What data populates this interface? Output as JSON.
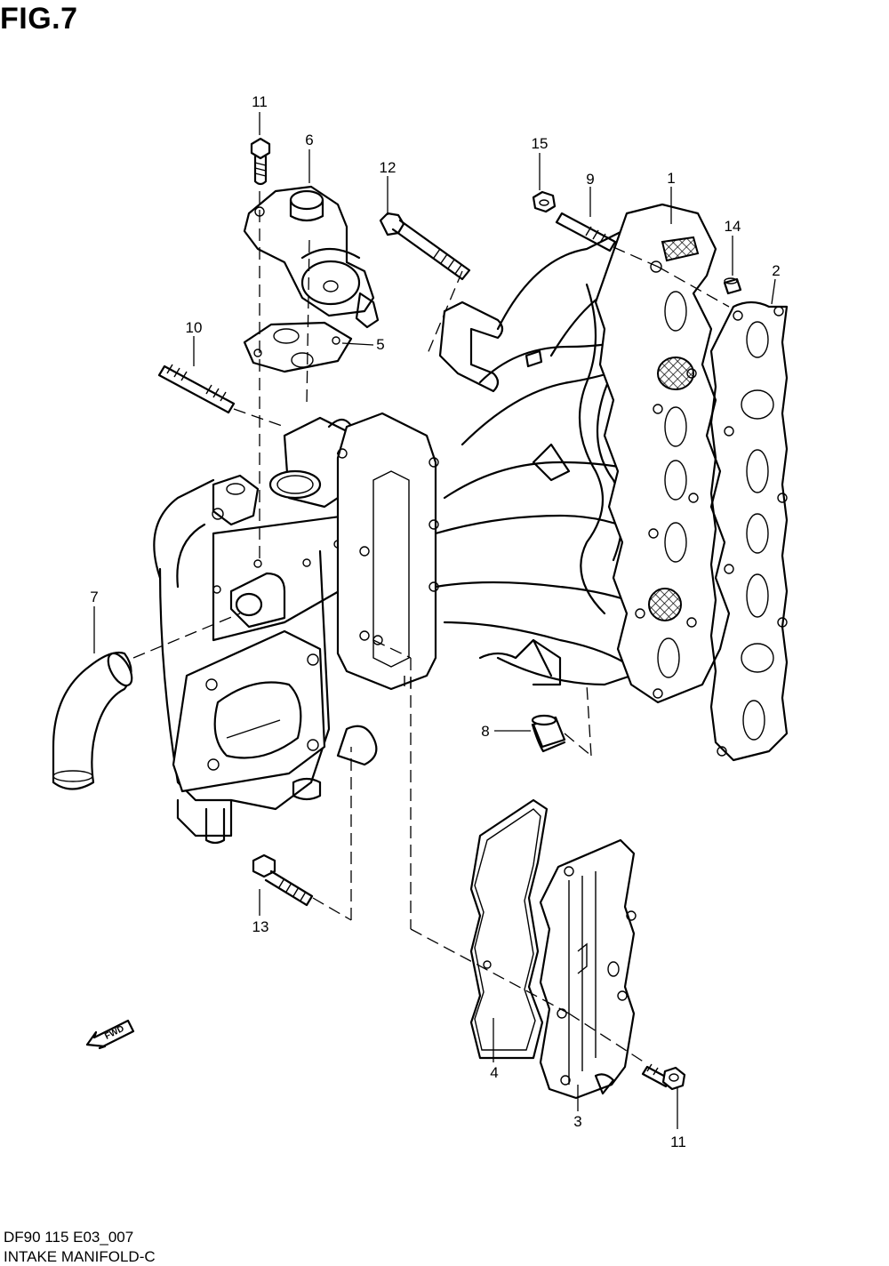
{
  "figure": {
    "title": "FIG.7",
    "code": "DF90 115 E03_007",
    "name": "INTAKE MANIFOLD-C"
  },
  "callouts": [
    {
      "key": "c1",
      "label": "1"
    },
    {
      "key": "c2",
      "label": "2"
    },
    {
      "key": "c3",
      "label": "3"
    },
    {
      "key": "c4",
      "label": "4"
    },
    {
      "key": "c5",
      "label": "5"
    },
    {
      "key": "c6",
      "label": "6"
    },
    {
      "key": "c7",
      "label": "7"
    },
    {
      "key": "c8",
      "label": "8"
    },
    {
      "key": "c9",
      "label": "9"
    },
    {
      "key": "c10",
      "label": "10"
    },
    {
      "key": "c11a",
      "label": "11"
    },
    {
      "key": "c11b",
      "label": "11"
    },
    {
      "key": "c12",
      "label": "12"
    },
    {
      "key": "c13",
      "label": "13"
    },
    {
      "key": "c14",
      "label": "14"
    },
    {
      "key": "c15",
      "label": "15"
    }
  ],
  "direction_badge": {
    "label": "FWD"
  }
}
